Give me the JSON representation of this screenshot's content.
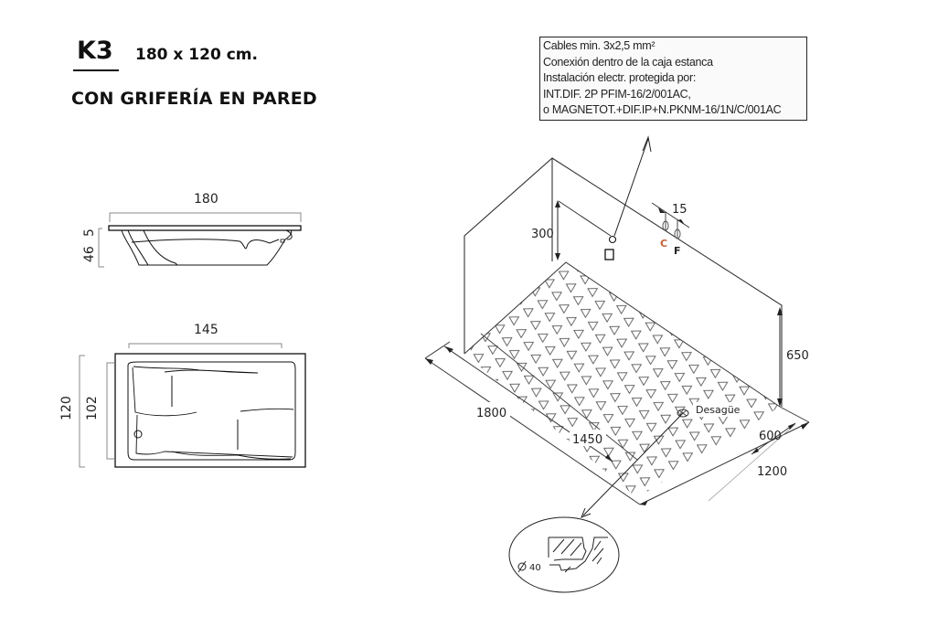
{
  "header": {
    "model": "K3",
    "size": "180 x 120 cm.",
    "subtitle": "CON GRIFERÍA EN PARED"
  },
  "side_view": {
    "width_label": "180",
    "rim_label": "5",
    "depth_label": "46"
  },
  "top_view": {
    "inner_length_label": "145",
    "outer_width_label": "120",
    "inner_width_label": "102"
  },
  "install_notes": {
    "lines": [
      "Cables min. 3x2,5 mm²",
      "Conexión dentro de la caja estanca",
      "Instalación electr. protegida por:",
      "INT.DIF. 2P PFIM-16/2/001AC,",
      "o MAGNETOT.+DIF.IP+N.PKNM-16/1N/C/001AC"
    ]
  },
  "isometric": {
    "height_outlet_label": "300",
    "tap_spacing_label": "15",
    "hot_label": "C",
    "cold_label": "F",
    "wall_height_label": "650",
    "length_outer_label": "1800",
    "length_inner_label": "1450",
    "drain_label": "Desagüe",
    "drain_offset_label": "600",
    "width_label": "1200",
    "drain_diameter_label": "40",
    "hot_color": "#c0603a"
  }
}
